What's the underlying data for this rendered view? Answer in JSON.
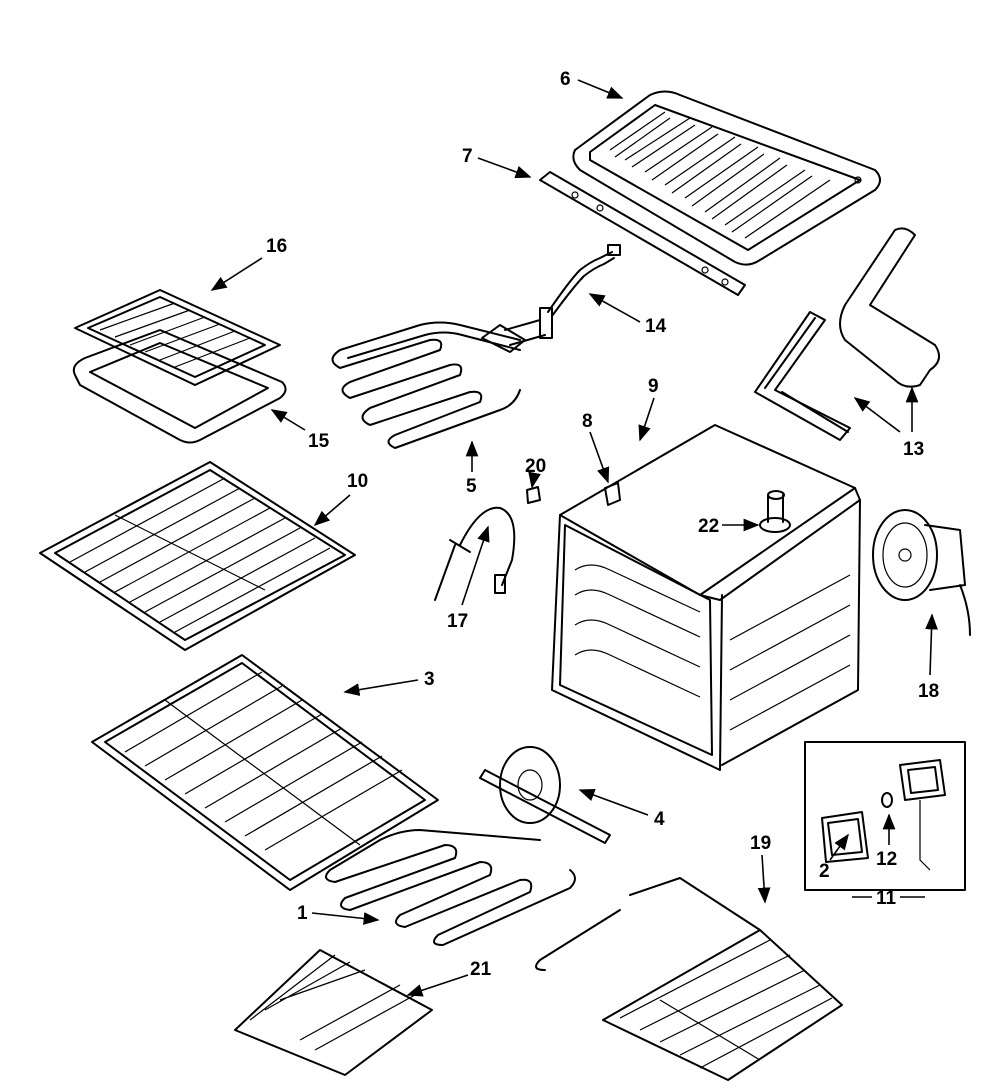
{
  "diagram": {
    "title": "Oven cavity parts diagram",
    "callouts": [
      "1",
      "2",
      "3",
      "4",
      "5",
      "6",
      "7",
      "8",
      "9",
      "10",
      "11",
      "12",
      "13",
      "14",
      "15",
      "16",
      "17",
      "18",
      "19",
      "20",
      "21",
      "22"
    ],
    "inset_group_label": "11"
  }
}
